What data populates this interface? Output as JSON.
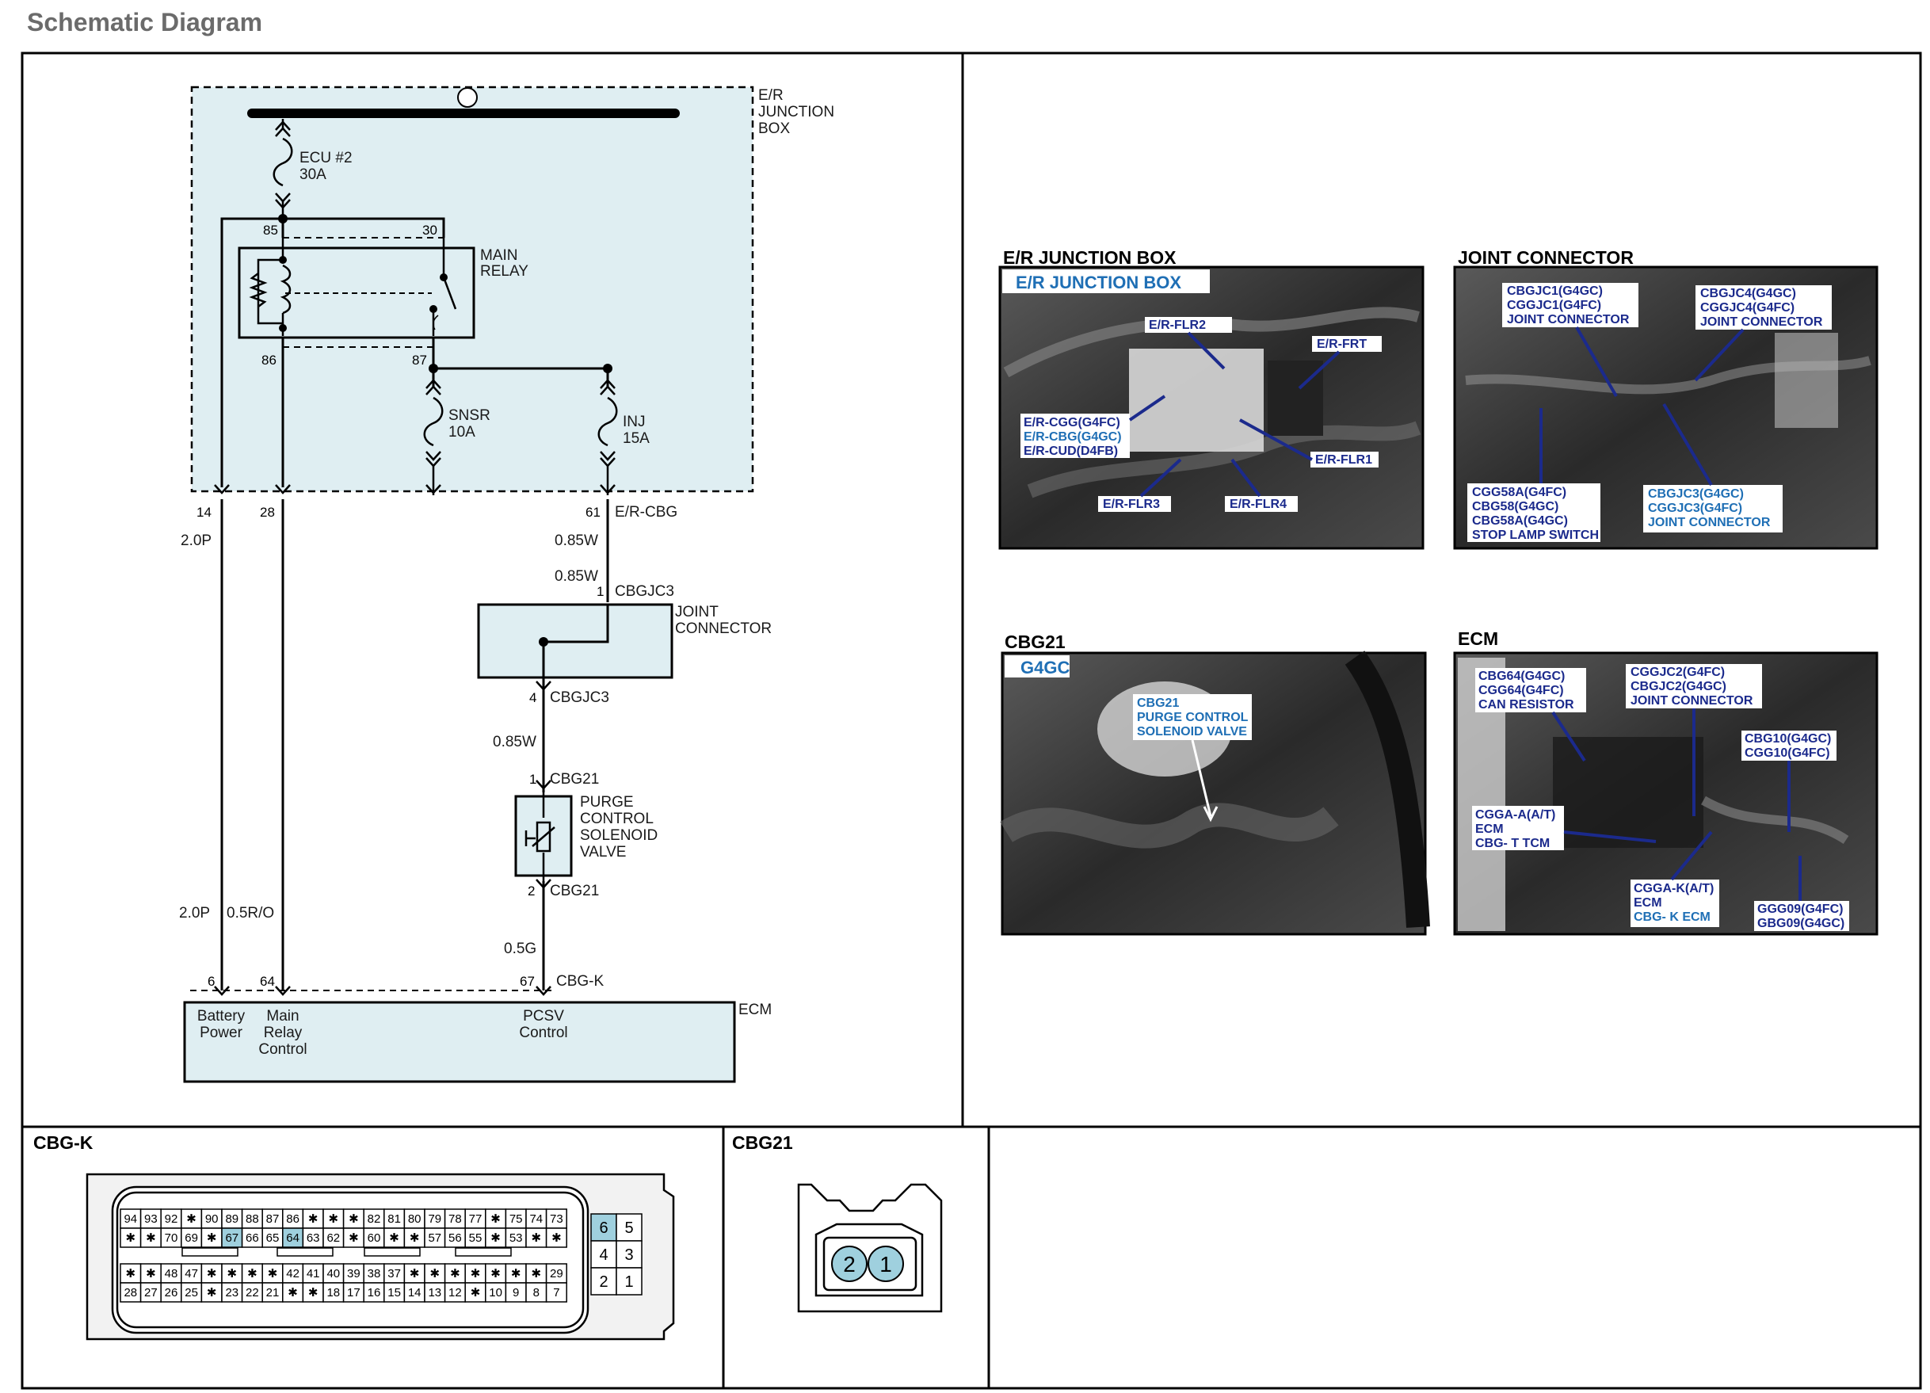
{
  "header": {
    "title": "Schematic Diagram"
  },
  "colors": {
    "box_fill": "#dfeef2",
    "wire": "#000000",
    "photo_label": "#1b2a8c",
    "photo_label_alt": "#1f6fb5",
    "pin_highlight": "#9fd0de"
  },
  "schematic": {
    "jbox": {
      "l1": "E/R",
      "l2": "JUNCTION",
      "l3": "BOX"
    },
    "ecu_fuse": {
      "name": "ECU #2",
      "rating": "30A"
    },
    "relay": {
      "l1": "MAIN",
      "l2": "RELAY",
      "p85": "85",
      "p30": "30",
      "p86": "86",
      "p87": "87"
    },
    "snsr_fuse": {
      "name": "SNSR",
      "rating": "10A"
    },
    "inj_fuse": {
      "name": "INJ",
      "rating": "15A"
    },
    "jb_pins": {
      "p14": "14",
      "p28": "28",
      "p61": "61",
      "conn": "E/R-CBG"
    },
    "wires": {
      "w1": "2.0P",
      "w2": "0.85W",
      "w3": "0.85W",
      "w4": "0.85W",
      "w5": "2.0P",
      "w6": "0.5R/O",
      "w7": "0.5G"
    },
    "joint": {
      "l1": "JOINT",
      "l2": "CONNECTOR",
      "pin_in": "1",
      "conn_in": "CBGJC3",
      "pin_out": "4",
      "conn_out": "CBGJC3"
    },
    "pcsv": {
      "l1": "PURGE",
      "l2": "CONTROL",
      "l3": "SOLENOID",
      "l4": "VALVE",
      "pin1": "1",
      "conn1": "CBG21",
      "pin2": "2",
      "conn2": "CBG21"
    },
    "ecm": {
      "name": "ECM",
      "conn": "CBG-K",
      "p6": "6",
      "p64": "64",
      "p67": "67",
      "bat1": "Battery",
      "bat2": "Power",
      "mr1": "Main",
      "mr2": "Relay",
      "mr3": "Control",
      "pc1": "PCSV",
      "pc2": "Control"
    }
  },
  "photos": {
    "erjb": {
      "title": "E/R JUNCTION BOX",
      "banner": "E/R JUNCTION BOX",
      "flr2": "E/R-FLR2",
      "frt": "E/R-FRT",
      "cgg": "E/R-CGG(G4FC)",
      "cbg": "E/R-CBG(G4GC)",
      "cud": "E/R-CUD(D4FB)",
      "flr1": "E/R-FLR1",
      "flr3": "E/R-FLR3",
      "flr4": "E/R-FLR4"
    },
    "joint": {
      "title": "JOINT CONNECTOR",
      "a1": "CBGJC1(G4GC)",
      "a2": "CGGJC1(G4FC)",
      "a3": "JOINT CONNECTOR",
      "b1": "CBGJC4(G4GC)",
      "b2": "CGGJC4(G4FC)",
      "b3": "JOINT CONNECTOR",
      "c1": "CGG58A(G4FC)",
      "c2": "CBG58(G4GC)",
      "c3": "CBG58A(G4GC)",
      "c4": "STOP LAMP SWITCH",
      "d1": "CBGJC3(G4GC)",
      "d2": "CGGJC3(G4FC)",
      "d3": "JOINT CONNECTOR"
    },
    "cbg21": {
      "title": "CBG21",
      "banner": "G4GC",
      "l1": "CBG21",
      "l2": "PURGE CONTROL",
      "l3": "SOLENOID VALVE"
    },
    "ecm": {
      "title": "ECM",
      "a1": "CBG64(G4GC)",
      "a2": "CGG64(G4FC)",
      "a3": "CAN RESISTOR",
      "b1": "CGGJC2(G4FC)",
      "b2": "CBGJC2(G4GC)",
      "b3": "JOINT CONNECTOR",
      "c1": "CBG10(G4GC)",
      "c2": "CGG10(G4FC)",
      "d1": "CGGA-A(A/T)",
      "d2": "ECM",
      "d3": "CBG- T TCM",
      "e1": "CGGA-K(A/T)",
      "e2": "ECM",
      "e3": "CBG- K ECM",
      "f1": "GGG09(G4FC)",
      "f2": "GBG09(G4GC)"
    }
  },
  "connectors": {
    "cbgk": {
      "title": "CBG-K",
      "row1": [
        "94",
        "93",
        "92",
        "✱",
        "90",
        "89",
        "88",
        "87",
        "86",
        "✱",
        "✱",
        "✱",
        "82",
        "81",
        "80",
        "79",
        "78",
        "77",
        "✱",
        "75",
        "74",
        "73"
      ],
      "row2": [
        "✱",
        "✱",
        "70",
        "69",
        "✱",
        "67",
        "66",
        "65",
        "64",
        "63",
        "62",
        "✱",
        "60",
        "✱",
        "✱",
        "57",
        "56",
        "55",
        "✱",
        "53",
        "✱",
        "✱"
      ],
      "row3": [
        "✱",
        "✱",
        "48",
        "47",
        "✱",
        "✱",
        "✱",
        "✱",
        "42",
        "41",
        "40",
        "39",
        "38",
        "37",
        "✱",
        "✱",
        "✱",
        "✱",
        "✱",
        "✱",
        "✱",
        "29"
      ],
      "row4": [
        "28",
        "27",
        "26",
        "25",
        "✱",
        "23",
        "22",
        "21",
        "✱",
        "✱",
        "18",
        "17",
        "16",
        "15",
        "14",
        "13",
        "12",
        "✱",
        "10",
        "9",
        "8",
        "7"
      ],
      "side": [
        "6",
        "5",
        "4",
        "3",
        "2",
        "1"
      ]
    },
    "cbg21": {
      "title": "CBG21",
      "pins": [
        "2",
        "1"
      ]
    }
  }
}
